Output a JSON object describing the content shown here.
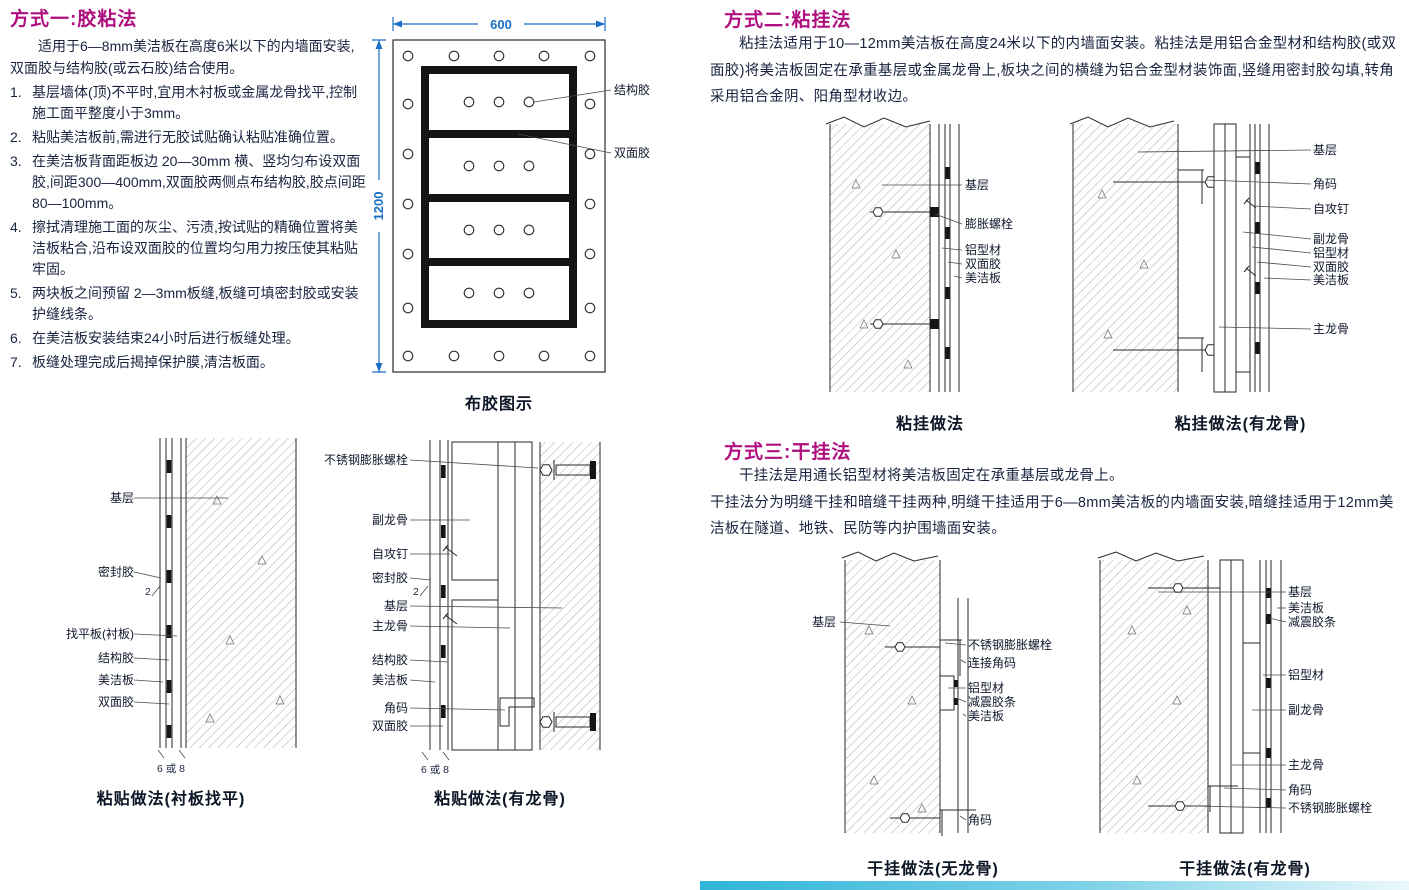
{
  "palette": {
    "title_color": "#ae0e7e",
    "text_color": "#1a2440",
    "dimension_color": "#1a6fc4",
    "footer_gradient_start": "#2fb5d8",
    "footer_gradient_end": "#eaf8fc"
  },
  "method1": {
    "title": "方式一:胶粘法",
    "intro": "适用于6—8mm美洁板在高度6米以下的内墙面安装,双面胶与结构胶(或云石胶)结合使用。",
    "steps": [
      {
        "n": "1.",
        "t": "基层墙体(顶)不平时,宜用木衬板或金属龙骨找平,控制施工面平整度小于3mm。"
      },
      {
        "n": "2.",
        "t": "粘贴美洁板前,需进行无胶试贴确认粘贴准确位置。"
      },
      {
        "n": "3.",
        "t": "在美洁板背面距板边 20—30mm 横、竖均匀布设双面胶,间距300—400mm,双面胶两侧点布结构胶,胶点间距80—100mm。"
      },
      {
        "n": "4.",
        "t": "擦拭清理施工面的灰尘、污渍,按试贴的精确位置将美洁板粘合,沿布设双面胶的位置均匀用力按压使其粘贴牢固。"
      },
      {
        "n": "5.",
        "t": "两块板之间预留 2—3mm板缝,板缝可填密封胶或安装护缝线条。"
      },
      {
        "n": "6.",
        "t": "在美洁板安装结束24小时后进行板缝处理。"
      },
      {
        "n": "7.",
        "t": "板缝处理完成后揭掉保护膜,清洁板面。"
      }
    ]
  },
  "glue_diagram": {
    "width_dim": "600",
    "height_dim": "1200",
    "labels": {
      "structural": "结构胶",
      "tape": "双面胶"
    },
    "caption": "布胶图示"
  },
  "paste1": {
    "caption": "粘贴做法(衬板找平)",
    "labels": [
      "基层",
      "密封胶",
      "找平板(衬板)",
      "结构胶",
      "美洁板",
      "双面胶"
    ],
    "gap_note": "2",
    "thickness_note": "6 或 8"
  },
  "paste2": {
    "caption": "粘贴做法(有龙骨)",
    "labels": [
      "不锈钢膨胀螺栓",
      "副龙骨",
      "自攻钉",
      "密封胶",
      "基层",
      "主龙骨",
      "结构胶",
      "美洁板",
      "角码",
      "双面胶"
    ],
    "gap_note": "2",
    "thickness_note": "6 或 8"
  },
  "method2": {
    "title": "方式二:粘挂法",
    "intro": "粘挂法适用于10—12mm美洁板在高度24米以下的内墙面安装。粘挂法是用铝合金型材和结构胶(或双面胶)将美洁板固定在承重基层或金属龙骨上,板块之间的横缝为铝合金型材装饰面,竖缝用密封胶勾填,转角采用铝合金阴、阳角型材收边。",
    "d1": {
      "caption": "粘挂做法",
      "labels": [
        "基层",
        "膨胀螺栓",
        "铝型材",
        "双面胶",
        "美洁板"
      ]
    },
    "d2": {
      "caption": "粘挂做法(有龙骨)",
      "labels": [
        "基层",
        "角码",
        "自攻钉",
        "副龙骨",
        "铝型材",
        "双面胶",
        "美洁板",
        "主龙骨"
      ]
    }
  },
  "method3": {
    "title": "方式三:干挂法",
    "intro1": "干挂法是用通长铝型材将美洁板固定在承重基层或龙骨上。",
    "intro2": "干挂法分为明缝干挂和暗缝干挂两种,明缝干挂适用于6—8mm美洁板的内墙面安装,暗缝挂适用于12mm美洁板在隧道、地铁、民防等内护围墙面安装。",
    "d1": {
      "caption": "干挂做法(无龙骨)",
      "labels": [
        "基层",
        "不锈钢膨胀螺栓",
        "连接角码",
        "铝型材",
        "减震胶条",
        "美洁板",
        "角码"
      ]
    },
    "d2": {
      "caption": "干挂做法(有龙骨)",
      "labels": [
        "基层",
        "美洁板",
        "减震胶条",
        "铝型材",
        "副龙骨",
        "主龙骨",
        "角码",
        "不锈钢膨胀螺栓"
      ]
    }
  }
}
